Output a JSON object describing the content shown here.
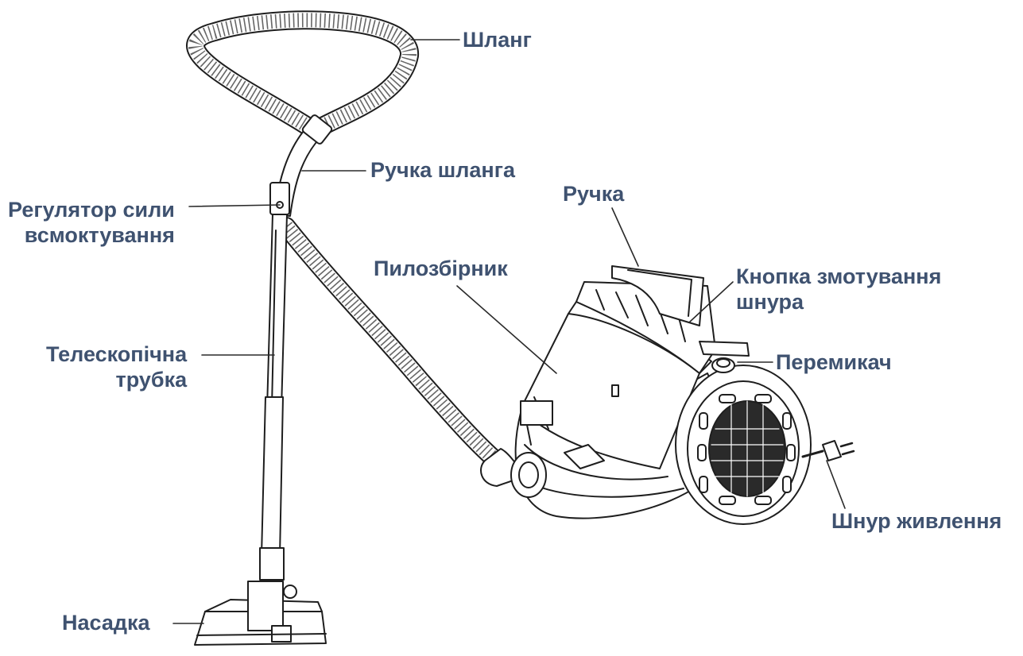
{
  "colors": {
    "label": "#3f5270",
    "outline": "#1e1e1e",
    "leader": "#2a2a2a"
  },
  "labels": {
    "hose": "Шланг",
    "hose_handle": "Ручка шланга",
    "suction_regulator": [
      "Регулятор сили",
      "всмоктування"
    ],
    "telescopic_tube": [
      "Телескопічна",
      "трубка"
    ],
    "nozzle": "Насадка",
    "handle": "Ручка",
    "dust_container": "Пилозбірник",
    "cord_rewind_button": [
      "Кнопка змотування",
      "шнура"
    ],
    "switch": "Перемикач",
    "power_cord": "Шнур живлення"
  }
}
